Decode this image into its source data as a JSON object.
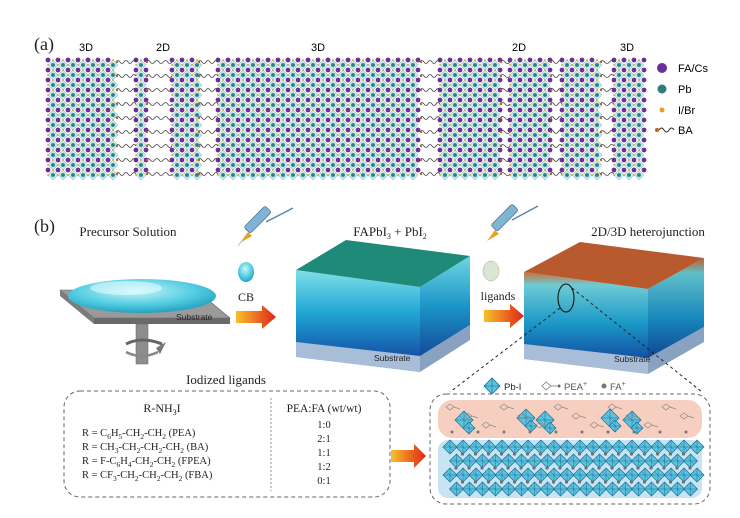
{
  "panel_a": {
    "label": "(a)",
    "regions": [
      "3D",
      "2D",
      "3D",
      "2D",
      "3D"
    ],
    "legend": [
      {
        "name": "FA/Cs",
        "color": "#6a2f99",
        "icon": "purple-circle-icon"
      },
      {
        "name": "Pb",
        "color": "#2e7d7d",
        "icon": "teal-circle-icon"
      },
      {
        "name": "I/Br",
        "color": "#e3a21a",
        "icon": "orange-dot-icon"
      },
      {
        "name": "BA",
        "color": "#444444",
        "icon": "wavy-chain-icon"
      }
    ]
  },
  "panel_b": {
    "label": "(b)",
    "precursor_title": "Precursor Solution",
    "substrate": "Substrate",
    "cb": "CB",
    "ligands": "ligands",
    "title_mid_main": "FAPbI",
    "title_mid_sub": "3",
    "title_mid_plus": " + PbI",
    "title_mid_sub2": "2",
    "title_right": "2D/3D heterojunction",
    "iodized_title": "Iodized ligands",
    "formula": "R-NH",
    "formula_sub": "3",
    "formula_end": "I",
    "ratio_header": "PEA:FA (wt/wt)",
    "ratios": [
      "1:0",
      "2:1",
      "1:1",
      "1:2",
      "0:1"
    ],
    "ligand_rows": [
      [
        {
          "t": "R = C"
        },
        {
          "t": "6",
          "s": "sub"
        },
        {
          "t": "H"
        },
        {
          "t": "5",
          "s": "sub"
        },
        {
          "t": "-CH"
        },
        {
          "t": "2",
          "s": "sub"
        },
        {
          "t": "-CH"
        },
        {
          "t": "2",
          "s": "sub"
        },
        {
          "t": " (PEA)"
        }
      ],
      [
        {
          "t": "R = CH"
        },
        {
          "t": "3",
          "s": "sub"
        },
        {
          "t": "-CH"
        },
        {
          "t": "2",
          "s": "sub"
        },
        {
          "t": "-CH"
        },
        {
          "t": "2",
          "s": "sub"
        },
        {
          "t": "-CH"
        },
        {
          "t": "2",
          "s": "sub"
        },
        {
          "t": " (BA)"
        }
      ],
      [
        {
          "t": "R = F-C"
        },
        {
          "t": "6",
          "s": "sub"
        },
        {
          "t": "H"
        },
        {
          "t": "4",
          "s": "sub"
        },
        {
          "t": "-CH"
        },
        {
          "t": "2",
          "s": "sub"
        },
        {
          "t": "-CH"
        },
        {
          "t": "2",
          "s": "sub"
        },
        {
          "t": " (FPEA)"
        }
      ],
      [
        {
          "t": "R = CF"
        },
        {
          "t": "3",
          "s": "sub"
        },
        {
          "t": "-CH"
        },
        {
          "t": "2",
          "s": "sub"
        },
        {
          "t": "-CH"
        },
        {
          "t": "2",
          "s": "sub"
        },
        {
          "t": "-CH"
        },
        {
          "t": "2",
          "s": "sub"
        },
        {
          "t": " (FBA)"
        }
      ]
    ],
    "key": [
      {
        "name": "Pb-I",
        "icon": "octahedron-icon"
      },
      {
        "name": "PEA",
        "sup": "+",
        "icon": "pea-molecule-icon"
      },
      {
        "name": "FA",
        "sup": "+",
        "icon": "fa-dot-icon"
      }
    ]
  }
}
